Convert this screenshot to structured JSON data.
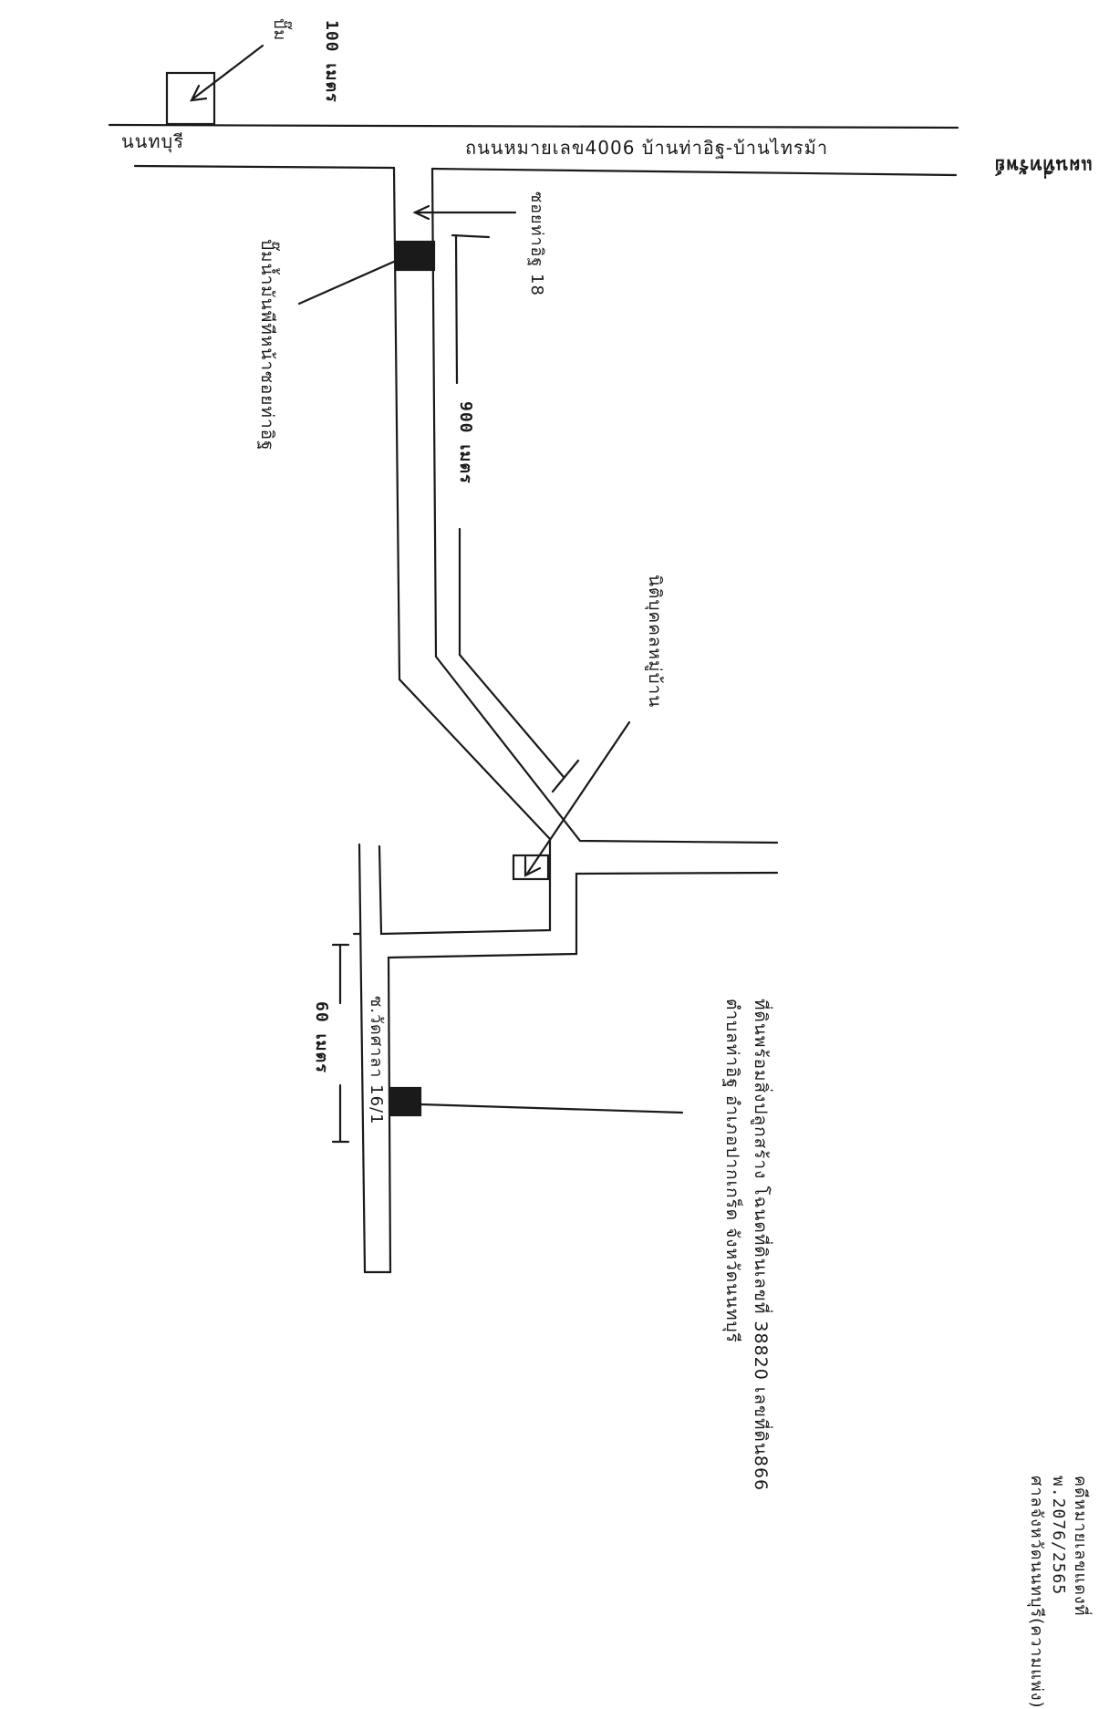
{
  "header": {
    "title": "แผนที่ทรัพย์",
    "case_label": "คดีหมายเลขแดงที่",
    "case_number": "พ.2076/2565",
    "court": "ศาลจังหวัดนนทบุรี(ความแพ่ง)"
  },
  "roads": {
    "main_road": "ถนนหมายเลข4006  บ้านท่าอิฐ-บ้านไทรม้า",
    "nonthaburi": "นนทบุรี",
    "soi_18": "ซอยท่าอิฐ 18",
    "soi_wat_sala": "ซ.วัดศาลา 16/1"
  },
  "labels": {
    "top_distance": "100 เมตร",
    "top_place": "ปั๊ม",
    "gas_station": "ปั๊มน้ำมันพีทีหน้าซอยท่าอิฐ",
    "village": "นิติบุคคลหมู่บ้าน",
    "distance_900": "900 เมตร",
    "distance_60": "60 เมตร"
  },
  "property": {
    "line1": "ที่ดินพร้อมสิ่งปลูกสร้าง โฉนดที่ดินเลขที่ 38820 เลขที่ดิน866",
    "line2": "ตำบลท่าอิฐ อำเภอปากเกร็ด จังหวัดนนทบุรี"
  },
  "colors": {
    "ink": "#1a1a1a",
    "paper": "#ffffff"
  }
}
